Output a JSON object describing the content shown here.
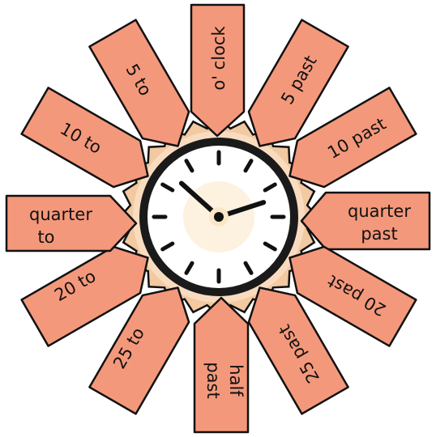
{
  "labels": {
    "oclock": "o' clock",
    "five_past": "5 past",
    "ten_past": "10 past",
    "quarter_past_line1": "quarter",
    "quarter_past_line2": "past",
    "twenty_past": "20 past",
    "twentyfive_past": "25 past",
    "half_past_line1": "half",
    "half_past_line2": "past",
    "twentyfive_to": "25 to",
    "twenty_to": "20 to",
    "quarter_to_line1": "quarter",
    "quarter_to_line2": "to",
    "ten_to": "10 to",
    "five_to": "5 to"
  },
  "clock": {
    "hour_hand_points_to": 2.4,
    "minute_hand_points_to_minute": 52
  },
  "colors": {
    "arrow_fill": "#f4987b",
    "arrow_outline": "#111111",
    "sunburst_outer": "#f2c9a0",
    "sunburst_inner": "#f9dcc0",
    "clock_face": "#ffffff",
    "clock_rim": "#1a1a1a",
    "hub": "#fbe7c8"
  }
}
